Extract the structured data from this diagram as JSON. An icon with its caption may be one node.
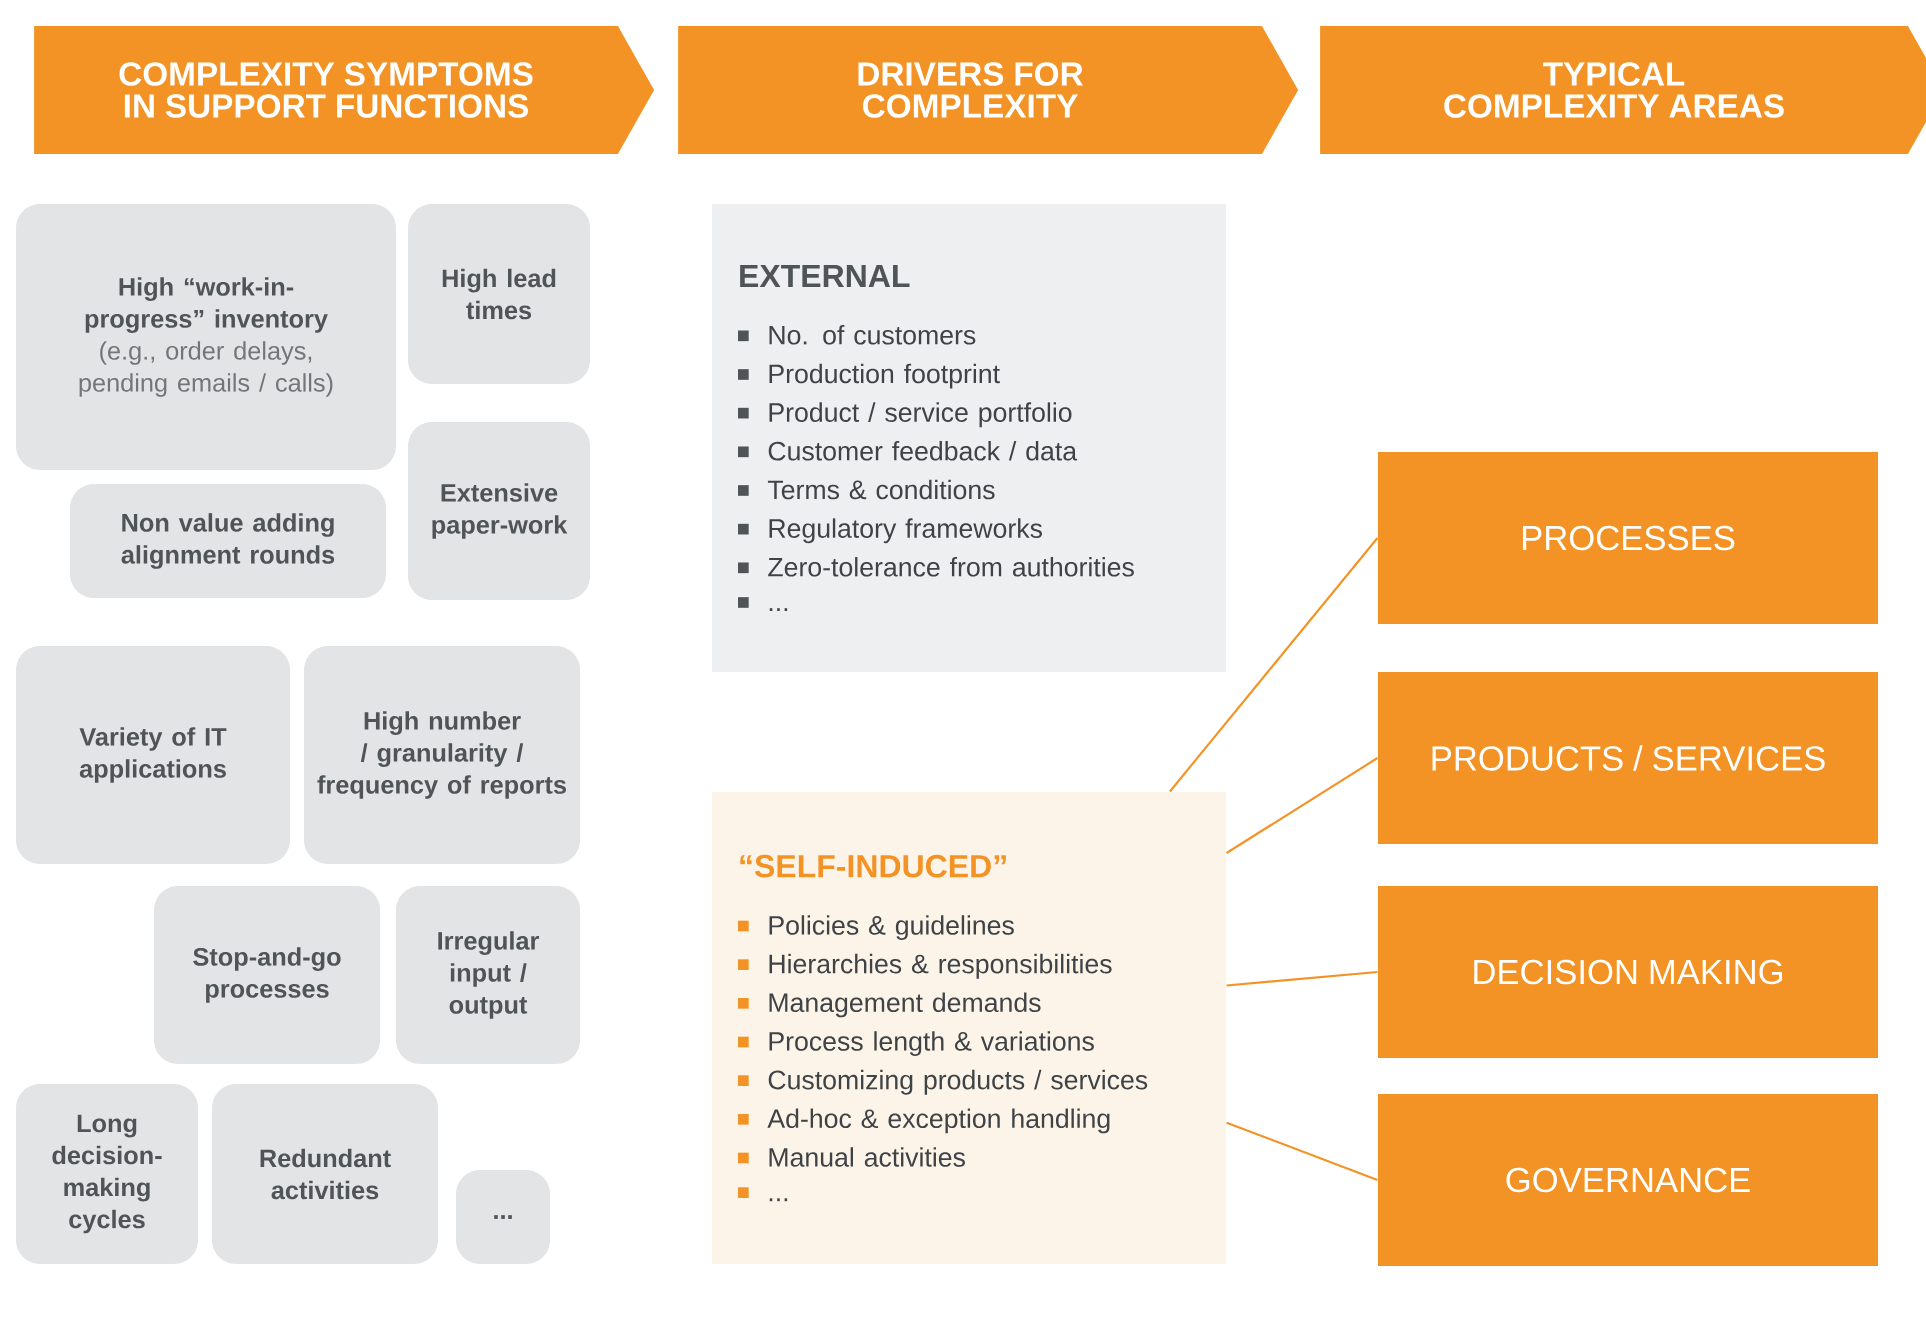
{
  "diagram": {
    "nodes": [
      {
        "text": [
          "COMPLEXITY SYMPTOMS IN SUPPORT FUNCTIONS"
        ]
      },
      {
        "text": [
          "DRIVERS FOR COMPLEXITY"
        ]
      },
      {
        "text": [
          "TYPICAL COMPLEXITY AREAS"
        ]
      },
      {
        "text": [
          "High “work-in-progress” inventory",
          "(e.g., order delays, pending emails / calls)"
        ]
      },
      {
        "text": [
          "High lead times"
        ]
      },
      {
        "text": [
          "Non value adding alignment rounds"
        ]
      },
      {
        "text": [
          "Extensive paper-work"
        ]
      },
      {
        "text": [
          "Variety of IT applications"
        ]
      },
      {
        "text": [
          "High number / granularity / frequency of reports"
        ]
      },
      {
        "text": [
          "Stop-and-go processes"
        ]
      },
      {
        "text": [
          "Irregular input / output"
        ]
      },
      {
        "text": [
          "Long decision-making cycles"
        ]
      },
      {
        "text": [
          "Redundant activities"
        ]
      },
      {
        "text": [
          "..."
        ]
      },
      {
        "text": [
          "EXTERNAL",
          "No. of customers",
          "Production footprint",
          "Product / service portfolio",
          "Customer feedback / data",
          "Terms & conditions",
          "Regulatory frameworks",
          "Zero-tolerance from authorities",
          "..."
        ]
      },
      {
        "text": [
          "“SELF-INDUCED”",
          "Policies & guidelines",
          "Hierarchies & responsibilities",
          "Management demands",
          "Process length & variations",
          "Customizing products / services",
          "Ad-hoc & exception handling",
          "Manual activities",
          "..."
        ]
      },
      {
        "text": [
          "PROCESSES"
        ]
      },
      {
        "text": [
          "PRODUCTS / SERVICES"
        ]
      },
      {
        "text": [
          "DECISION MAKING"
        ]
      },
      {
        "text": [
          "GOVERNANCE"
        ]
      }
    ],
    "edges": [
      {
        "from": 15,
        "to": 16,
        "arrow": "none"
      },
      {
        "from": 15,
        "to": 17,
        "arrow": "none"
      },
      {
        "from": 15,
        "to": 18,
        "arrow": "none"
      },
      {
        "from": 15,
        "to": 19,
        "arrow": "none"
      }
    ]
  }
}
